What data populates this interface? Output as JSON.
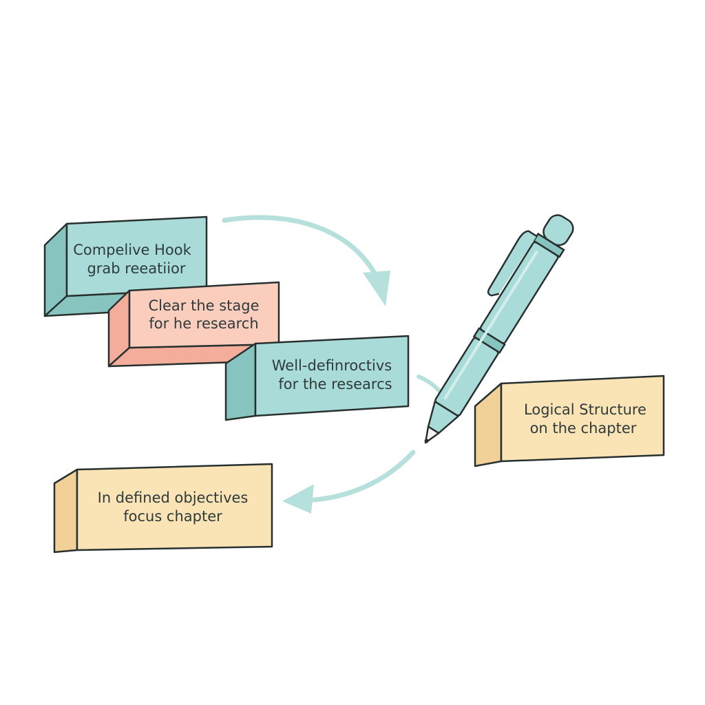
{
  "colors": {
    "teal": "#a9dcd8",
    "teal_dark": "#87c3bf",
    "salmon": "#fbcdbd",
    "salmon_dark": "#f3ad9a",
    "yellow": "#fae4b5",
    "yellow_dark": "#f1d197",
    "outline": "#27302f",
    "arrow": "#b5e0dc"
  },
  "cards": [
    {
      "line1": "Compelive Hook",
      "line2": "grab reeatiior",
      "color": "teal"
    },
    {
      "line1": "Clear the stage",
      "line2": "for he research",
      "color": "salmon"
    },
    {
      "line1": "Well-definroctivs",
      "line2": "for the researcs",
      "color": "teal"
    },
    {
      "line1": "Logical Structure",
      "line2": "on the chapter",
      "color": "yellow"
    },
    {
      "line1": "In defined objectives",
      "line2": "focus  chapter",
      "color": "yellow"
    }
  ],
  "icons": {
    "pen": "pen-icon",
    "arrow_top": "curved-arrow-icon",
    "arrow_bottom": "curved-arrow-icon"
  }
}
